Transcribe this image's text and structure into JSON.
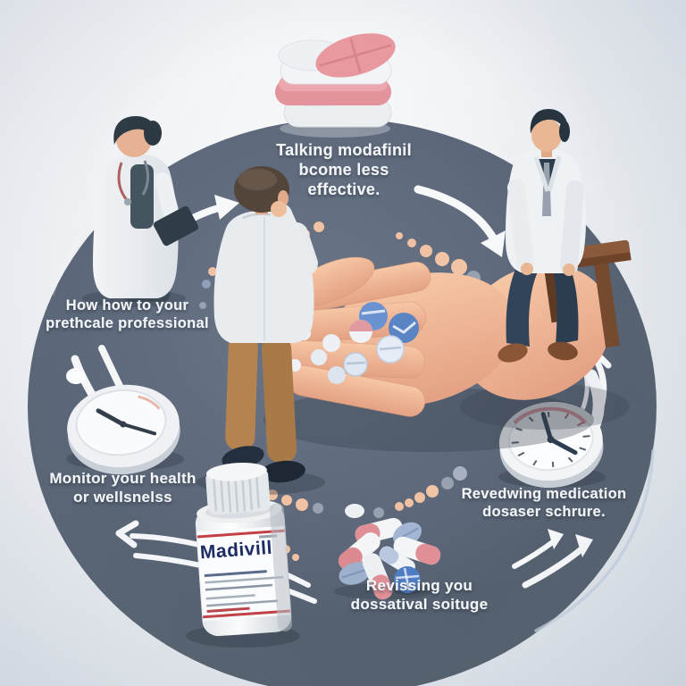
{
  "labels": {
    "top": {
      "l1": "Talking modafinil",
      "l2": "bcome less",
      "l3": "effective."
    },
    "consult": {
      "l1": "How how to your",
      "l2": "prethcale professional"
    },
    "monitor": {
      "l1": "Monitor your health",
      "l2": "or wellsnelss"
    },
    "review": {
      "l1": "Revedwing medication",
      "l2": "dosaser schrure."
    },
    "revise": {
      "l1": "Revissing you",
      "l2": "dossatival soituge"
    }
  },
  "bottle": {
    "brand": "Madivill"
  },
  "palette": {
    "platform": "#5b6778",
    "background": "#eceef1",
    "pill_pink": "#e79aa2",
    "pill_blue": "#5b84c4",
    "skin": "#f0bb9b",
    "arrow_white": "#f6f8fa",
    "label_navy": "#1c2b63",
    "stripe_red": "#c24046"
  }
}
